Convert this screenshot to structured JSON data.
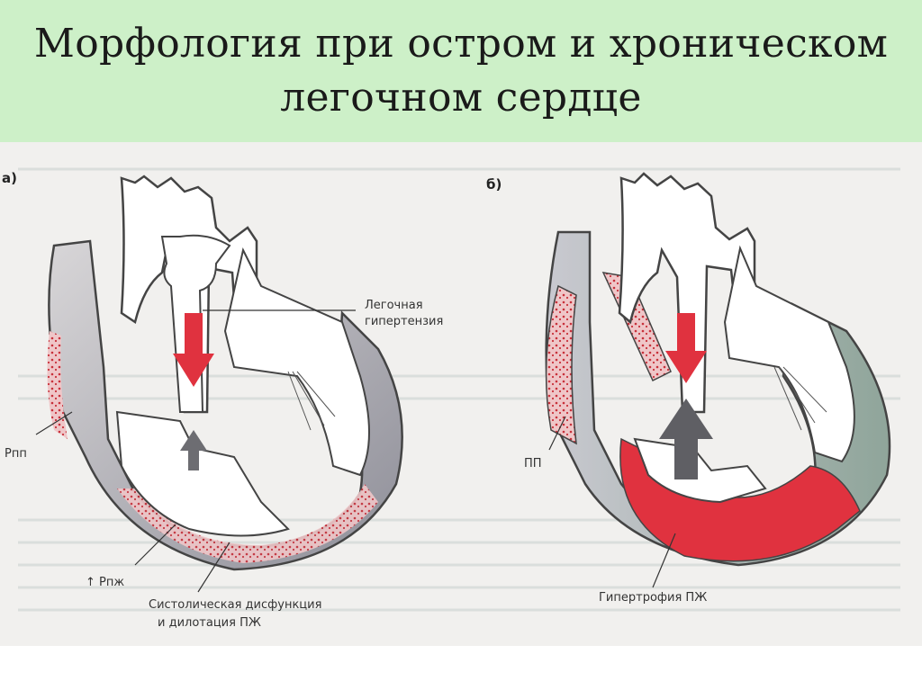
{
  "title": {
    "line1": "Морфология при остром и хроническом",
    "line2": "легочном сердце"
  },
  "diagram": {
    "panel_a": {
      "letter": "а)",
      "labels": {
        "pulmonary_hypertension_1": "Легочная",
        "pulmonary_hypertension_2": "гипертензия",
        "ra_pressure": "Pпп",
        "rv_pressure": "↑ Pпж",
        "systolic_1": "Систолическая дисфункция",
        "systolic_2": "и дилотация ПЖ"
      }
    },
    "panel_b": {
      "letter": "б)",
      "labels": {
        "ra": "ПП",
        "rv_hypertrophy": "Гипертрофия ПЖ"
      }
    }
  },
  "colors": {
    "title_background": "#cdf0c8",
    "muscle_red": "#e0323f",
    "wall_gray": "#9a9aa0"
  }
}
